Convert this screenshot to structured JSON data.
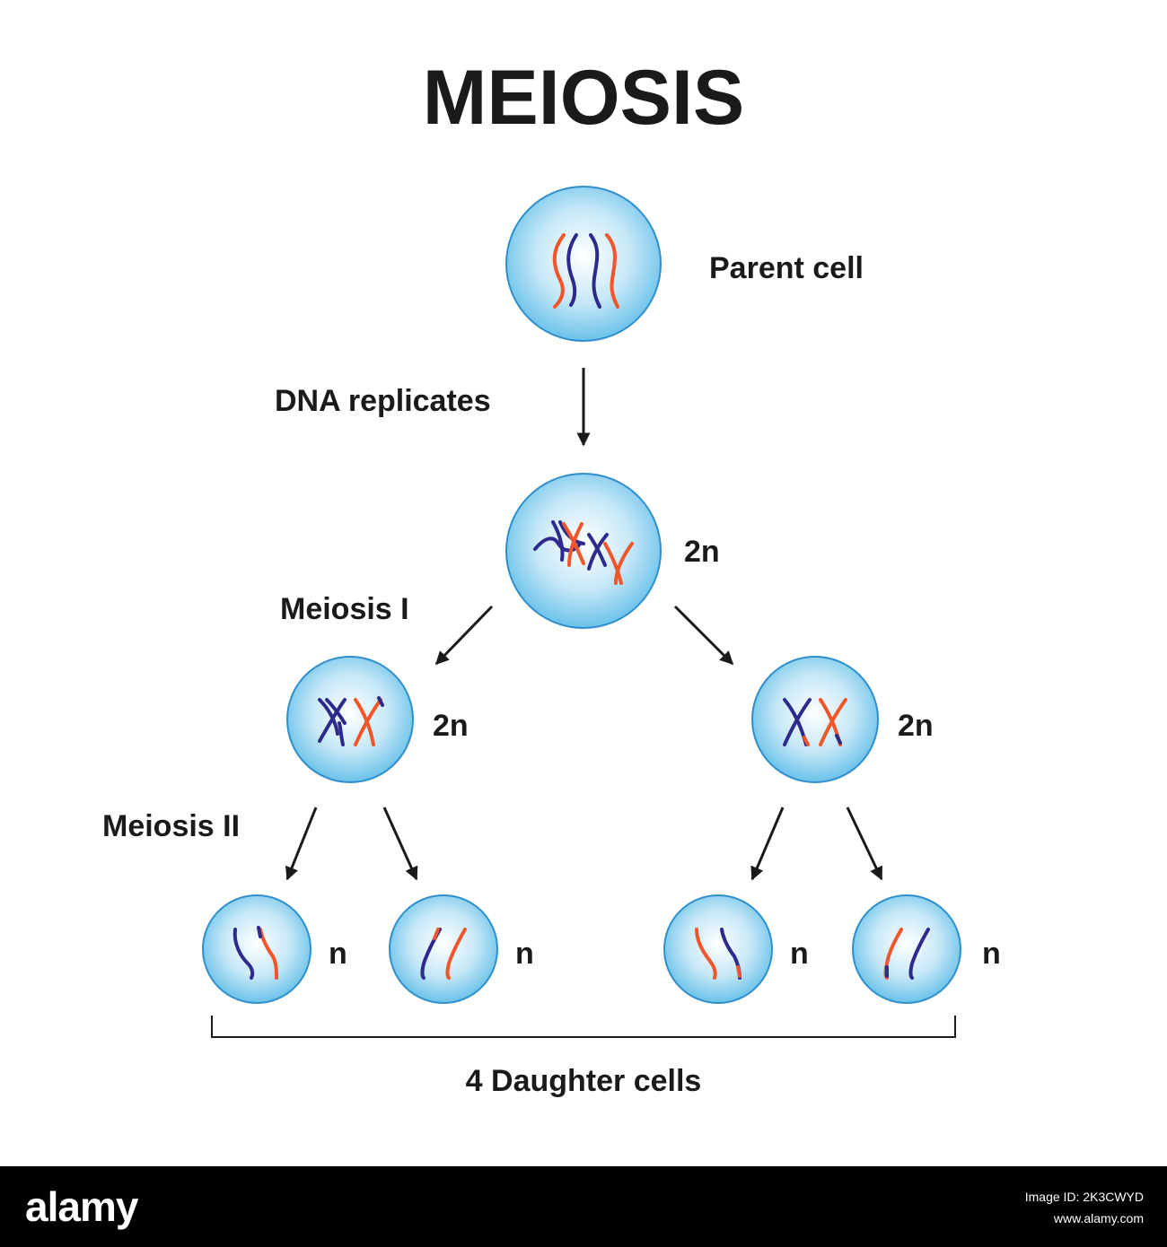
{
  "title": "MEIOSIS",
  "labels": {
    "parent_cell": "Parent cell",
    "dna_replicates": "DNA replicates",
    "meiosis_1": "Meiosis I",
    "meiosis_2": "Meiosis II",
    "ploidy_2n": "2n",
    "ploidy_n": "n",
    "daughter_cells": "4 Daughter cells"
  },
  "colors": {
    "maternal_chromosome": "#2e2a8c",
    "paternal_chromosome": "#f0562a",
    "cell_fill_center": "#ffffff",
    "cell_fill_edge": "#6bc2ea",
    "cell_border": "#2f8fcc",
    "arrow": "#1a1a1a"
  },
  "footer": {
    "logo": "alamy",
    "image_id": "Image ID: 2K3CWYD",
    "site": "www.alamy.com"
  }
}
